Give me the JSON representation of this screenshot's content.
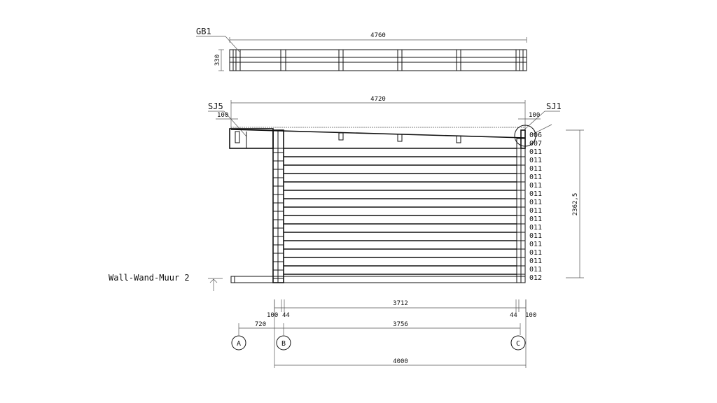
{
  "top_view": {
    "label": "GB1",
    "width_dim": "4760",
    "height_dim": "330"
  },
  "front_view": {
    "width_dim": "4720",
    "left_label": "SJ5",
    "right_label": "SJ1",
    "left_overhang": "100",
    "right_overhang": "100",
    "height_dim": "2362,5",
    "row_labels": [
      "006",
      "007",
      "011",
      "011",
      "011",
      "011",
      "011",
      "011",
      "011",
      "011",
      "011",
      "011",
      "011",
      "011",
      "011",
      "011",
      "011",
      "012"
    ]
  },
  "section_label": "Wall-Wand-Muur 2",
  "dimensions": {
    "inner": "3712",
    "left_end": "100",
    "left_log": "44",
    "right_log": "44",
    "right_end": "100",
    "offset_a": "720",
    "axis_bc": "3756",
    "total": "4000"
  },
  "axes": [
    "A",
    "B",
    "C"
  ]
}
